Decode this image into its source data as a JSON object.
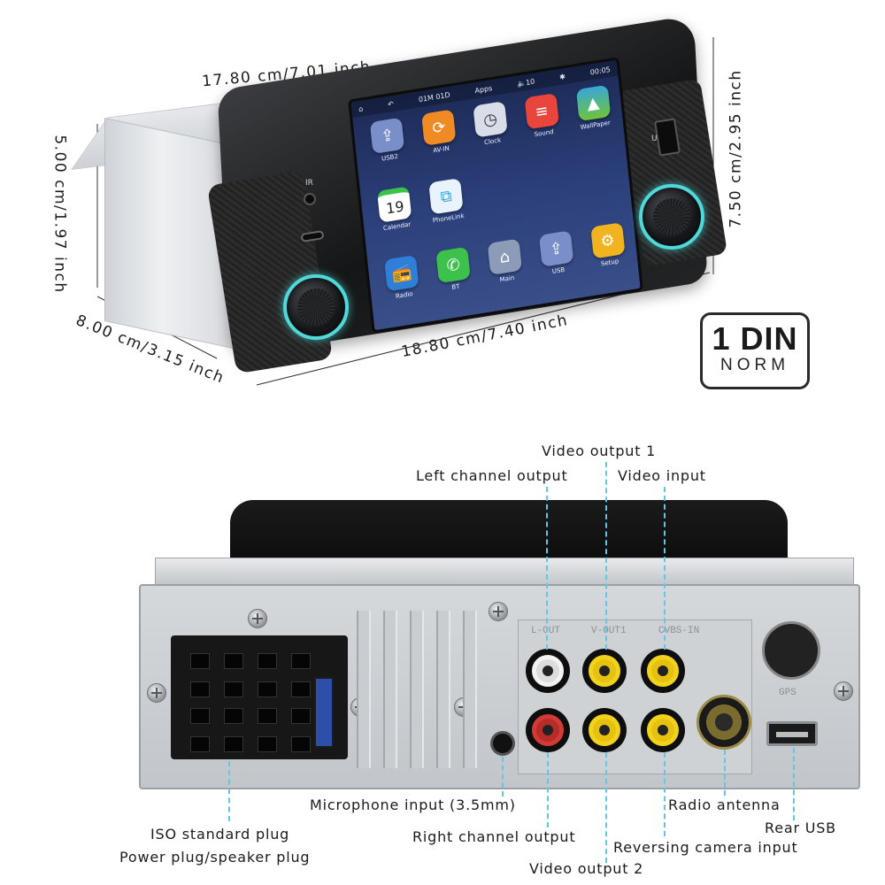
{
  "dimensions": {
    "width_top": "17.80 cm/7.01 inch",
    "height_left": "5.00 cm/1.97 inch",
    "height_right": "7.50 cm/2.95 inch",
    "depth": "8.00 cm/3.15 inch",
    "width_bottom": "18.80 cm/7.40 inch"
  },
  "badge": {
    "main": "1 DIN",
    "sub": "NORM"
  },
  "screen": {
    "status_left": "01M 01D",
    "status_center": "Apps",
    "status_volume": "10",
    "status_time": "00:05",
    "apps": [
      {
        "label": "USB2",
        "icon": "usb-icon",
        "color": "#7a8ec9"
      },
      {
        "label": "AV-IN",
        "icon": "av-in-icon",
        "color": "#f08a24"
      },
      {
        "label": "Clock",
        "icon": "clock-icon",
        "color": "#d8dde8"
      },
      {
        "label": "Sound",
        "icon": "sound-icon",
        "color": "#e8453c"
      },
      {
        "label": "WallPaper",
        "icon": "wallpaper-icon",
        "color": "#3aa6d8"
      },
      {
        "label": "Calendar",
        "icon": "calendar-icon",
        "color": "#ffffff"
      },
      {
        "label": "PhoneLink",
        "icon": "phonelink-icon",
        "color": "#2fa8e0"
      },
      {
        "label": "",
        "icon": "",
        "color": ""
      },
      {
        "label": "",
        "icon": "",
        "color": ""
      },
      {
        "label": "",
        "icon": "",
        "color": ""
      },
      {
        "label": "Radio",
        "icon": "radio-icon",
        "color": "#2f7fd8"
      },
      {
        "label": "BT",
        "icon": "phone-icon",
        "color": "#3cc24a"
      },
      {
        "label": "Main",
        "icon": "home-icon",
        "color": "#8c9bb8"
      },
      {
        "label": "USB",
        "icon": "usb-icon",
        "color": "#7a8ec9"
      },
      {
        "label": "Setup",
        "icon": "gear-icon",
        "color": "#f2b320"
      }
    ],
    "calendar_day": "19"
  },
  "device_marks": {
    "ir": "IR",
    "usb_mark": "U"
  },
  "rear_prints": {
    "lout": "L-OUT",
    "vout1": "V-OUT1",
    "cvbs": "CVBS-IN",
    "gps": "GPS"
  },
  "connectors": {
    "video_output_1": "Video output 1",
    "left_channel_output": "Left channel output",
    "video_input": "Video input",
    "microphone_input": "Microphone input (3.5mm)",
    "radio_antenna": "Radio antenna",
    "rear_usb": "Rear USB",
    "iso_standard_plug": "ISO standard plug",
    "power_plug": "Power plug/speaker plug",
    "right_channel_output": "Right channel output",
    "reversing_camera_input": "Reversing camera input",
    "video_output_2": "Video output 2"
  },
  "colors": {
    "knob_glow": "#4fd9d9",
    "guide_line": "#63c6e8",
    "rca_yellow": "#f1d21c",
    "rca_red": "#d23a36",
    "rca_white": "#f2f2f2"
  }
}
